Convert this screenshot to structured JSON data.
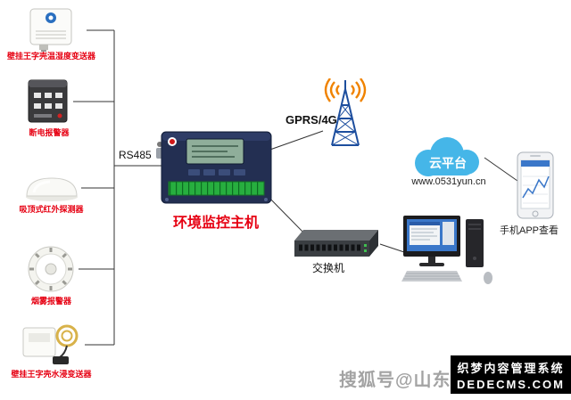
{
  "diagram": {
    "sensors": [
      {
        "label": "壁挂王字壳温湿度变送器"
      },
      {
        "label": "断电报警器"
      },
      {
        "label": "吸顶式红外探测器"
      },
      {
        "label": "烟雾报警器"
      },
      {
        "label": "壁挂王字壳水浸变送器"
      }
    ],
    "bus_label": "RS485",
    "host_label": "环境监控主机",
    "gprs_label": "GPRS/4G",
    "cloud_label": "云平台",
    "cloud_url": "www.0531yun.cn",
    "phone_label": "手机APP查看",
    "switch_label": "交换机"
  },
  "watermarks": {
    "sohu": "搜狐号@山东",
    "dedecms_line1": "织梦内容管理系统",
    "dedecms_line2": "DEDECMS.COM"
  },
  "colors": {
    "sensor_label_red": "#e60012",
    "cloud_blue": "#45b6e8",
    "wave_orange": "#f08300",
    "tower_blue": "#1d4e9e",
    "terminal_green": "#27ae3f"
  }
}
